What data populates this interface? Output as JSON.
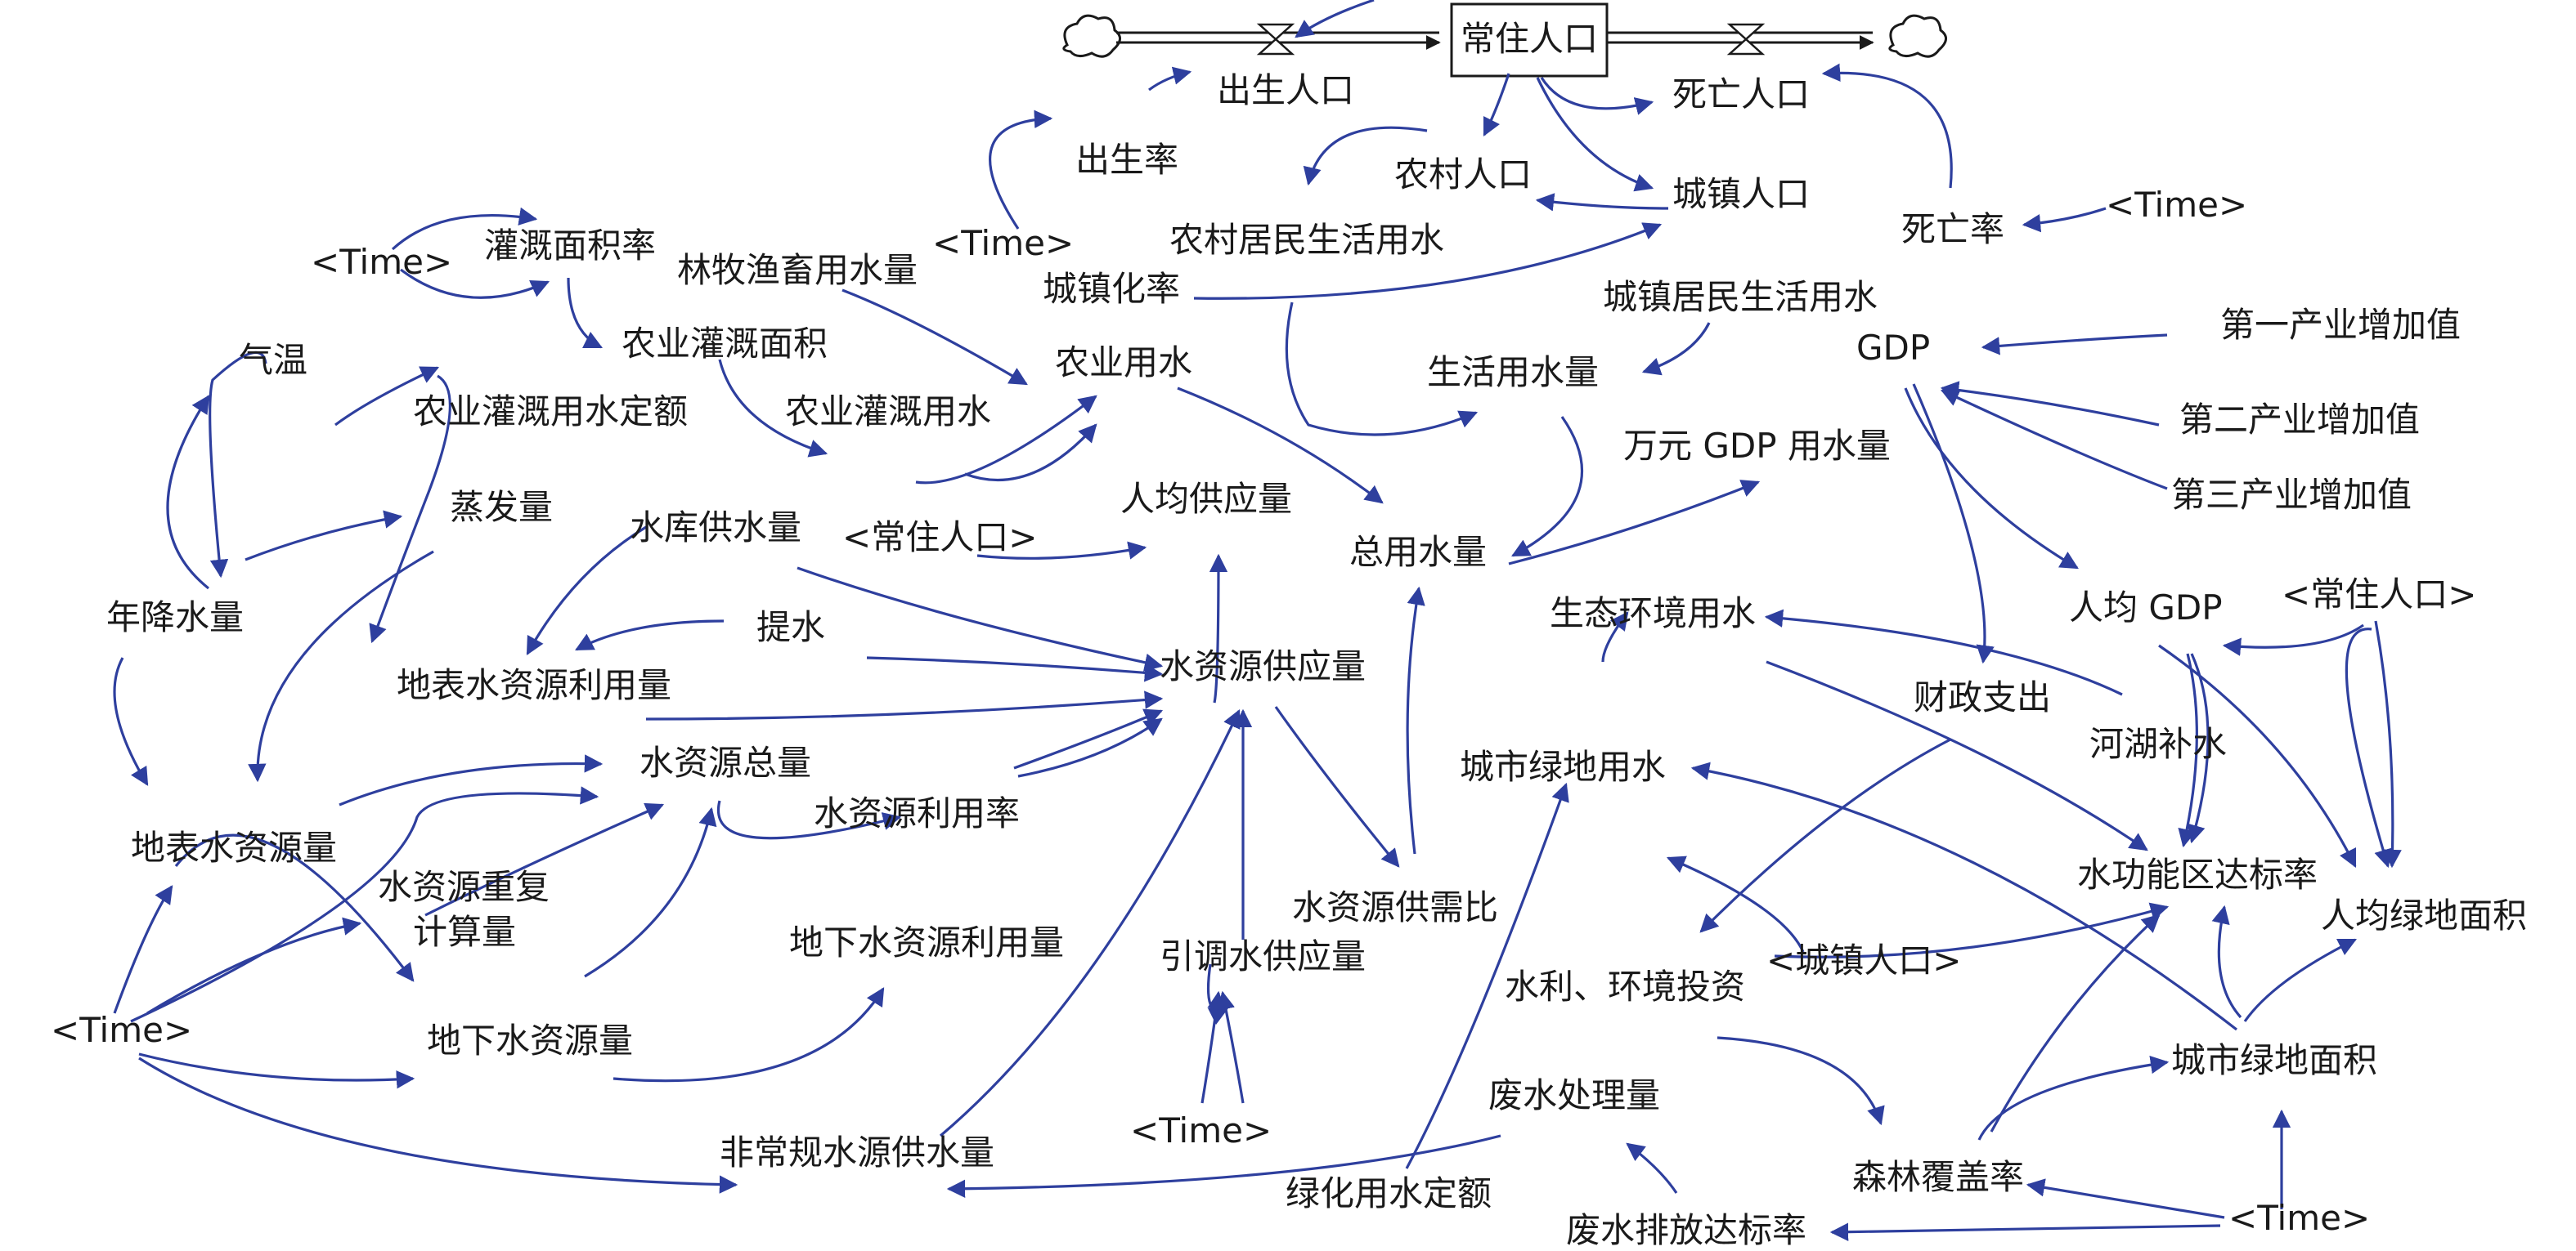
{
  "stock": {
    "label": "常住人口"
  },
  "nodes": {
    "birth_pop": "出生人口",
    "death_pop": "死亡人口",
    "birth_rate": "出生率",
    "rural_pop": "农村人口",
    "urban_pop": "城镇人口",
    "death_rate": "死亡率",
    "time_death": "<Time>",
    "time_irrig": "<Time>",
    "irrig_area_rate": "灌溉面积率",
    "forestry_water": "林牧渔畜用水量",
    "time_urban": "<Time>",
    "rural_domestic_water": "农村居民生活用水",
    "urbanization_rate": "城镇化率",
    "urban_domestic_water": "城镇居民生活用水",
    "gdp": "GDP",
    "primary_industry": "第一产业增加值",
    "temperature": "气温",
    "agri_irrig_area": "农业灌溉面积",
    "agri_water": "农业用水",
    "domestic_water": "生活用水量",
    "secondary_industry": "第二产业增加值",
    "agri_irrig_quota": "农业灌溉用水定额",
    "agri_irrig_water": "农业灌溉用水",
    "water_per_gdp": "万元 GDP 用水量",
    "tertiary_industry": "第三产业增加值",
    "evaporation": "蒸发量",
    "reservoir_supply": "水库供水量",
    "per_capita_supply": "人均供应量",
    "resident_pop_shadow1": "<常住人口>",
    "total_water": "总用水量",
    "per_capita_gdp": "人均 GDP",
    "resident_pop_shadow2": "<常住人口>",
    "annual_precip": "年降水量",
    "pumping": "提水",
    "eco_water": "生态环境用水",
    "surface_use": "地表水资源利用量",
    "water_supply": "水资源供应量",
    "fiscal_spending": "财政支出",
    "river_lake_supply": "河湖补水",
    "total_water_resources": "水资源总量",
    "urban_green_water": "城市绿地用水",
    "water_utilization_rate": "水资源利用率",
    "surface_water": "地表水资源量",
    "water_function_compliance": "水功能区达标率",
    "repeat_calc_1": "水资源重复",
    "repeat_calc_2": "计算量",
    "supply_demand_ratio": "水资源供需比",
    "per_capita_green": "人均绿地面积",
    "groundwater_use": "地下水资源利用量",
    "transfer_supply": "引调水供应量",
    "urban_pop_shadow": "<城镇人口>",
    "time_left": "<Time>",
    "water_env_invest": "水利、环境投资",
    "groundwater": "地下水资源量",
    "urban_green_area": "城市绿地面积",
    "wastewater_treatment": "废水处理量",
    "time_transfer": "<Time>",
    "unconventional_supply": "非常规水源供水量",
    "forest_coverage": "森林覆盖率",
    "greening_quota": "绿化用水定额",
    "wastewater_compliance": "废水排放达标率",
    "time_bottom": "<Time>"
  }
}
